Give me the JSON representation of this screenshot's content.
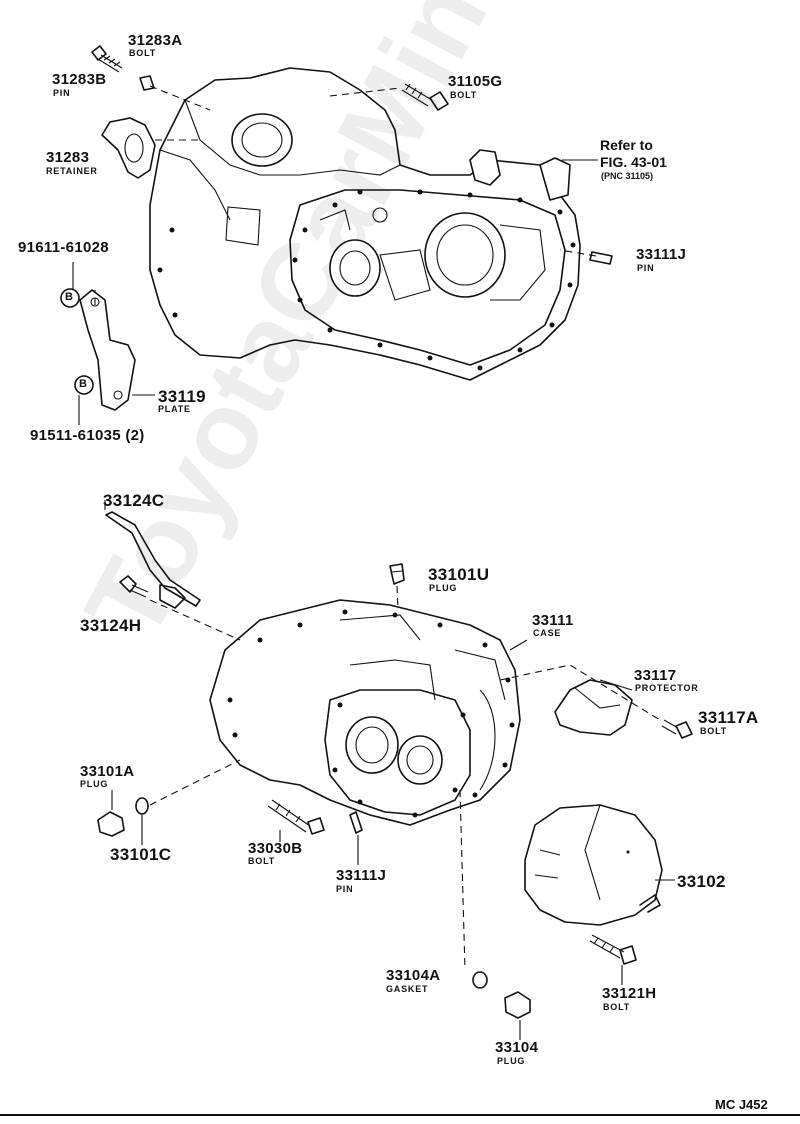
{
  "diagram_code": "MC J452",
  "watermark": "ToyotaCarMinfo.ru",
  "reference": {
    "line1": "Refer to",
    "line2": "FIG. 43-01",
    "line3": "(PNC 31105)"
  },
  "parts": {
    "p31283A": {
      "number": "31283A",
      "desc": "BOLT"
    },
    "p31283B": {
      "number": "31283B",
      "desc": "PIN"
    },
    "p31283": {
      "number": "31283",
      "desc": "RETAINER"
    },
    "p31105G": {
      "number": "31105G",
      "desc": "BOLT"
    },
    "p33111J_top": {
      "number": "33111J",
      "desc": "PIN"
    },
    "p91611": {
      "number": "91611-61028"
    },
    "p33119": {
      "number": "33119",
      "desc": "PLATE"
    },
    "p91511": {
      "number": "91511-61035 (2)"
    },
    "p33124C": {
      "number": "33124C"
    },
    "p33124H": {
      "number": "33124H"
    },
    "p33101U": {
      "number": "33101U",
      "desc": "PLUG"
    },
    "p33111": {
      "number": "33111",
      "desc": "CASE"
    },
    "p33117": {
      "number": "33117",
      "desc": "PROTECTOR"
    },
    "p33117A": {
      "number": "33117A",
      "desc": "BOLT"
    },
    "p33101A": {
      "number": "33101A",
      "desc": "PLUG"
    },
    "p33101C": {
      "number": "33101C"
    },
    "p33030B": {
      "number": "33030B",
      "desc": "BOLT"
    },
    "p33111J_bot": {
      "number": "33111J",
      "desc": "PIN"
    },
    "p33102": {
      "number": "33102"
    },
    "p33104A": {
      "number": "33104A",
      "desc": "GASKET"
    },
    "p33121H": {
      "number": "33121H",
      "desc": "BOLT"
    },
    "p33104": {
      "number": "33104",
      "desc": "PLUG"
    }
  },
  "badges": {
    "b1": "B",
    "b2": "B"
  }
}
